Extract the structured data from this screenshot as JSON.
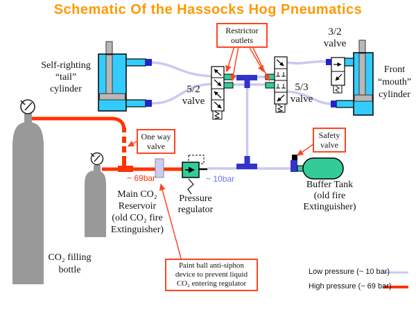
{
  "title": "Schematic Of the Hassocks Hog Pneumatics",
  "labels": {
    "tail_line1": "Self-righting",
    "tail_line2": "“tail”",
    "tail_line3": "cylinder",
    "valve52_line1": "5/2",
    "valve52_line2": "valve",
    "valve53_line1": "5/3",
    "valve53_line2": "valve",
    "valve32_line1": "3/2",
    "valve32_line2": "valve",
    "mouth_line1": "Front",
    "mouth_line2": "“mouth”",
    "mouth_line3": "cylinder",
    "buffer_line1": "Buffer Tank",
    "buffer_line2": "(old fire",
    "buffer_line3": "Extinguisher)",
    "reservoir_line1": "Main CO₂",
    "reservoir_line2": "Reservoir",
    "reservoir_line3": "(old CO₂ fire",
    "reservoir_line4": "Extinguisher)",
    "filling_line1": "CO₂ filling",
    "filling_line2": "bottle",
    "regulator_line1": "Pressure",
    "regulator_line2": "regulator"
  },
  "callouts": {
    "restrictor_line1": "Restrictor",
    "restrictor_line2": "outlets",
    "oneway_line1": "One way",
    "oneway_line2": "valve",
    "safety_line1": "Safety",
    "safety_line2": "valve",
    "antisiphon_line1": "Paint ball anti-siphon",
    "antisiphon_line2": "device to prevent liquid",
    "antisiphon_line3": "CO₂ entering regulator"
  },
  "pressures": {
    "high": "~ 69bar",
    "low": "~ 10bar"
  },
  "legend": {
    "low_label": "Low pressure (~ 10 bar)",
    "high_label": "High pressure (~ 69 bar)"
  },
  "colors": {
    "title_orange": "#FF9900",
    "high_pressure_red": "#FF3300",
    "low_pressure_lavender": "#C9C9F2",
    "fitting_blue": "#3333CC",
    "port_blue": "#2222CC",
    "cylinder_cyan": "#33CCFF",
    "component_green": "#33CC99",
    "bottle_gray": "#999999",
    "callout_border_red": "#FF4422",
    "antisiphon_lavender": "#CCCCEE"
  }
}
